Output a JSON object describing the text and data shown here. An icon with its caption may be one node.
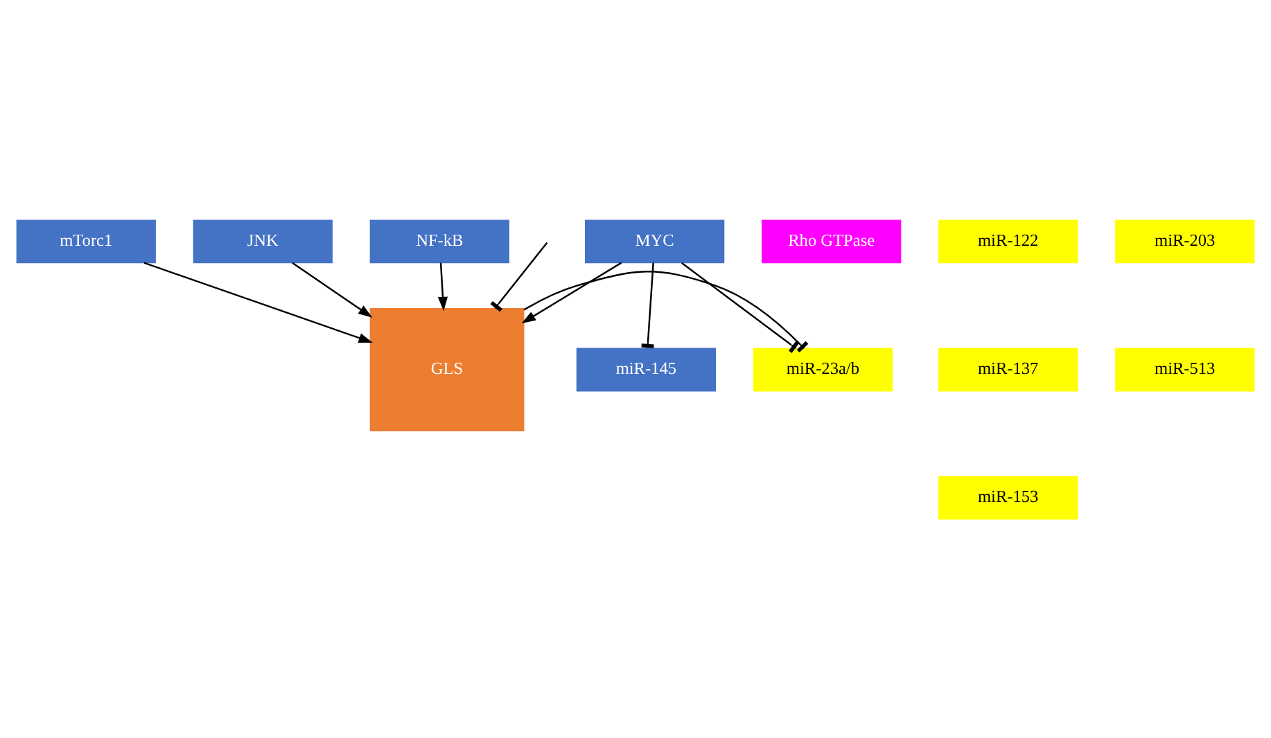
{
  "diagram": {
    "nodes": [
      {
        "text": [
          "mTorc1"
        ]
      },
      {
        "text": [
          "JNK"
        ]
      },
      {
        "text": [
          "NF-kB"
        ]
      },
      {
        "text": [
          "Rho GTPase"
        ]
      },
      {
        "text": [
          "GLS"
        ]
      },
      {
        "text": [
          "miR-23a/b"
        ]
      },
      {
        "text": [
          "miR-122"
        ]
      },
      {
        "text": [
          "miR-203"
        ]
      },
      {
        "text": [
          "miR-137"
        ]
      },
      {
        "text": [
          "miR-513"
        ]
      },
      {
        "text": [
          "miR-153"
        ]
      },
      {
        "text": [
          "MYC"
        ]
      },
      {
        "text": [
          "miR-145"
        ]
      }
    ],
    "edges": [
      {
        "from": 0,
        "to": 4,
        "arrow": "to"
      },
      {
        "from": 1,
        "to": 4,
        "arrow": "to"
      },
      {
        "from": 2,
        "to": 4,
        "arrow": "to"
      },
      {
        "from": 4,
        "to": 5,
        "arrow": "other"
      },
      {
        "from": null,
        "to": 4,
        "arrow": "other"
      },
      {
        "from": 11,
        "to": 4,
        "arrow": "to"
      },
      {
        "from": 11,
        "to": 5,
        "arrow": "other"
      },
      {
        "from": 11,
        "to": 12,
        "arrow": "other"
      }
    ]
  }
}
